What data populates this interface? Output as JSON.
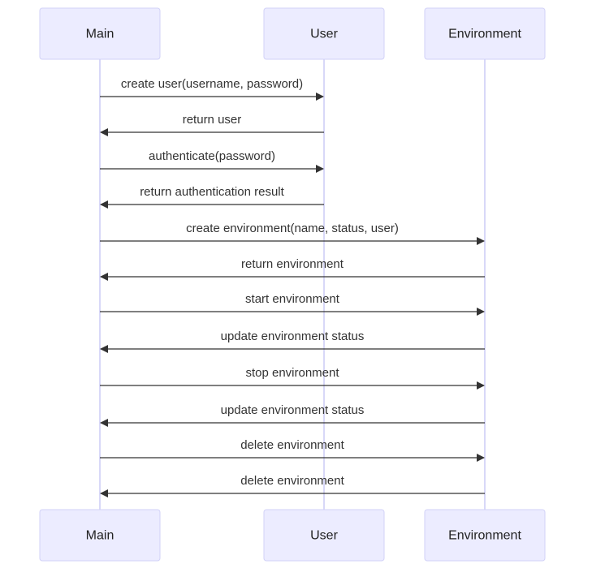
{
  "colors": {
    "actor_fill": "#ececff",
    "actor_border": "#d2d2f7",
    "lifeline": "#d8d8f8",
    "arrow": "#333333",
    "text": "#333333"
  },
  "actors": [
    {
      "id": "main",
      "label": "Main"
    },
    {
      "id": "user",
      "label": "User"
    },
    {
      "id": "environment",
      "label": "Environment"
    }
  ],
  "messages": [
    {
      "from": "main",
      "to": "user",
      "label": "create user(username, password)"
    },
    {
      "from": "user",
      "to": "main",
      "label": "return user"
    },
    {
      "from": "main",
      "to": "user",
      "label": "authenticate(password)"
    },
    {
      "from": "user",
      "to": "main",
      "label": "return authentication result"
    },
    {
      "from": "main",
      "to": "environment",
      "label": "create environment(name, status, user)"
    },
    {
      "from": "environment",
      "to": "main",
      "label": "return environment"
    },
    {
      "from": "main",
      "to": "environment",
      "label": "start environment"
    },
    {
      "from": "environment",
      "to": "main",
      "label": "update environment status"
    },
    {
      "from": "main",
      "to": "environment",
      "label": "stop environment"
    },
    {
      "from": "environment",
      "to": "main",
      "label": "update environment status"
    },
    {
      "from": "main",
      "to": "environment",
      "label": "delete environment"
    },
    {
      "from": "environment",
      "to": "main",
      "label": "delete environment"
    }
  ]
}
